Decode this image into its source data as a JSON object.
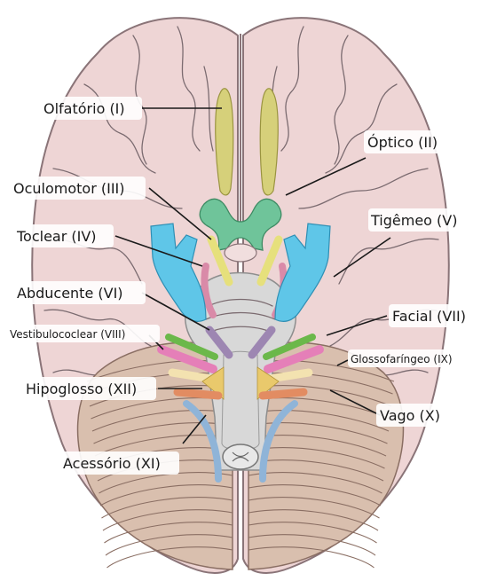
{
  "colors": {
    "cerebrum": "#eed5d5",
    "cerebrum_outline": "#8a7478",
    "cerebellum": "#d9bfae",
    "brainstem": "#d8d8d8",
    "olfactory": "#d6d07a",
    "optic": "#6fc49a",
    "oculomotor": "#e6e07c",
    "trochlear": "#d98aa8",
    "trigeminal": "#5fc6e8",
    "abducens": "#9d86b2",
    "facial": "#6bb84a",
    "vestibulocochlear": "#e57fb8",
    "glossopharyngeal": "#f3e2b0",
    "vagus": "#e28c62",
    "accessory": "#8fb4d8",
    "hypoglossal": "#e9c96c"
  },
  "labels": {
    "olfactory": "Olfatório (I)",
    "optic": "Óptico (II)",
    "oculomotor": "Oculomotor (III)",
    "trochlear": "Toclear (IV)",
    "trigeminal": "Tigêmeo (V)",
    "abducens": "Abducente (VI)",
    "facial": "Facial (VII)",
    "vestibulocochlear": "Vestibulococlear (VIII)",
    "glossopharyngeal": "Glossofaríngeo (IX)",
    "hypoglossal": "Hipoglosso (XII)",
    "vagus": "Vago (X)",
    "accessory": "Acessório (XI)"
  }
}
